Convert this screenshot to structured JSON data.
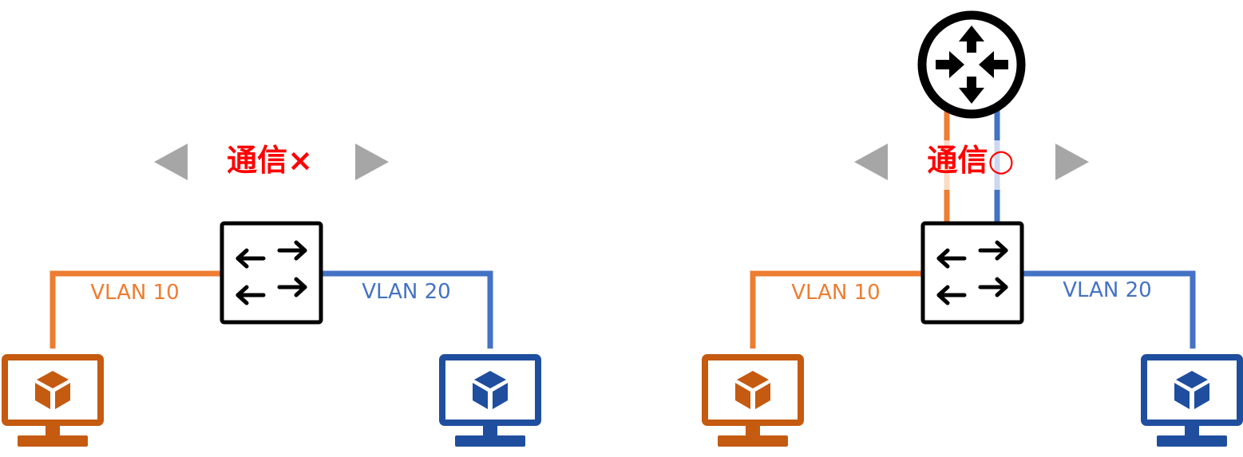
{
  "colors": {
    "orange_line": "#ED7D31",
    "orange_pc": "#C55A11",
    "blue_line": "#4472C4",
    "blue_pc": "#1F4E9E",
    "arrow_gray": "#A6A6A6",
    "comm_red": "#FF0000",
    "black": "#000000"
  },
  "left": {
    "comm_label": "通信×",
    "vlan_a_label": "VLAN 10",
    "vlan_b_label": "VLAN 20",
    "switch_icon": "switch-icon",
    "pc_a_icon": "pc-icon",
    "pc_b_icon": "pc-icon"
  },
  "right": {
    "comm_label": "通信○",
    "vlan_a_label": "VLAN 10",
    "vlan_b_label": "VLAN 20",
    "router_icon": "router-icon",
    "switch_icon": "switch-icon",
    "pc_a_icon": "pc-icon",
    "pc_b_icon": "pc-icon"
  }
}
